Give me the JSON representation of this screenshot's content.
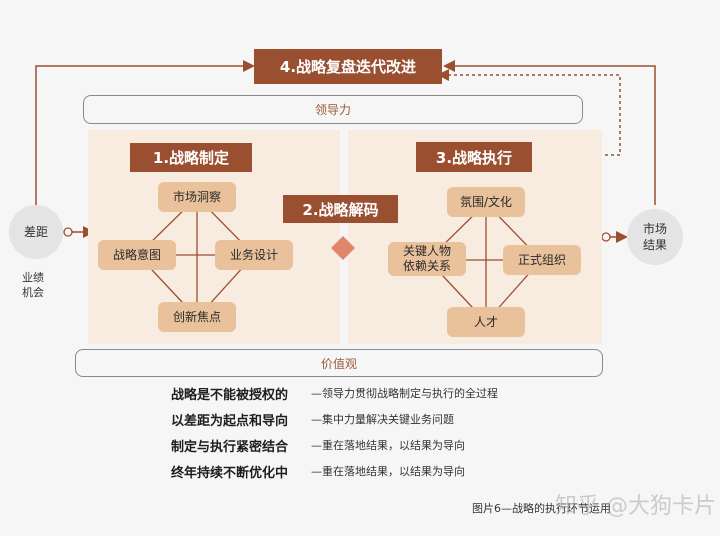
{
  "top_box": "4.战略复盘迭代改进",
  "leadership_bar": "领导力",
  "values_bar": "价值观",
  "step1": "1.战略制定",
  "step2": "2.战略解码",
  "step3": "3.战略执行",
  "left_circle": "差距",
  "left_note_line1": "业绩",
  "left_note_line2": "机会",
  "right_circle_line1": "市场",
  "right_circle_line2": "结果",
  "left_diamond": {
    "top": "市场洞察",
    "left": "战略意图",
    "right": "业务设计",
    "bottom": "创新焦点"
  },
  "right_diamond": {
    "top": "氛围/文化",
    "left_line1": "关键人物",
    "left_line2": "依赖关系",
    "right": "正式组织",
    "bottom": "人才"
  },
  "bullets": [
    {
      "title": "战略是不能被授权的",
      "desc": "—领导力贯彻战略制定与执行的全过程"
    },
    {
      "title": "以差距为起点和导向",
      "desc": "—集中力量解决关键业务问题"
    },
    {
      "title": "制定与执行紧密结合",
      "desc": "—重在落地结果，以结果为导向"
    },
    {
      "title": "终年持续不断优化中",
      "desc": "—重在落地结果，以结果为导向"
    }
  ],
  "caption": "图片6—战略的执行环节运用",
  "watermark": "知乎 @大狗卡片",
  "colors": {
    "step_box": "#9a4f31",
    "node": "#e9c29c",
    "panel": "#f8ebdf",
    "diamond": "#e2866a",
    "line": "#9a4f31"
  }
}
